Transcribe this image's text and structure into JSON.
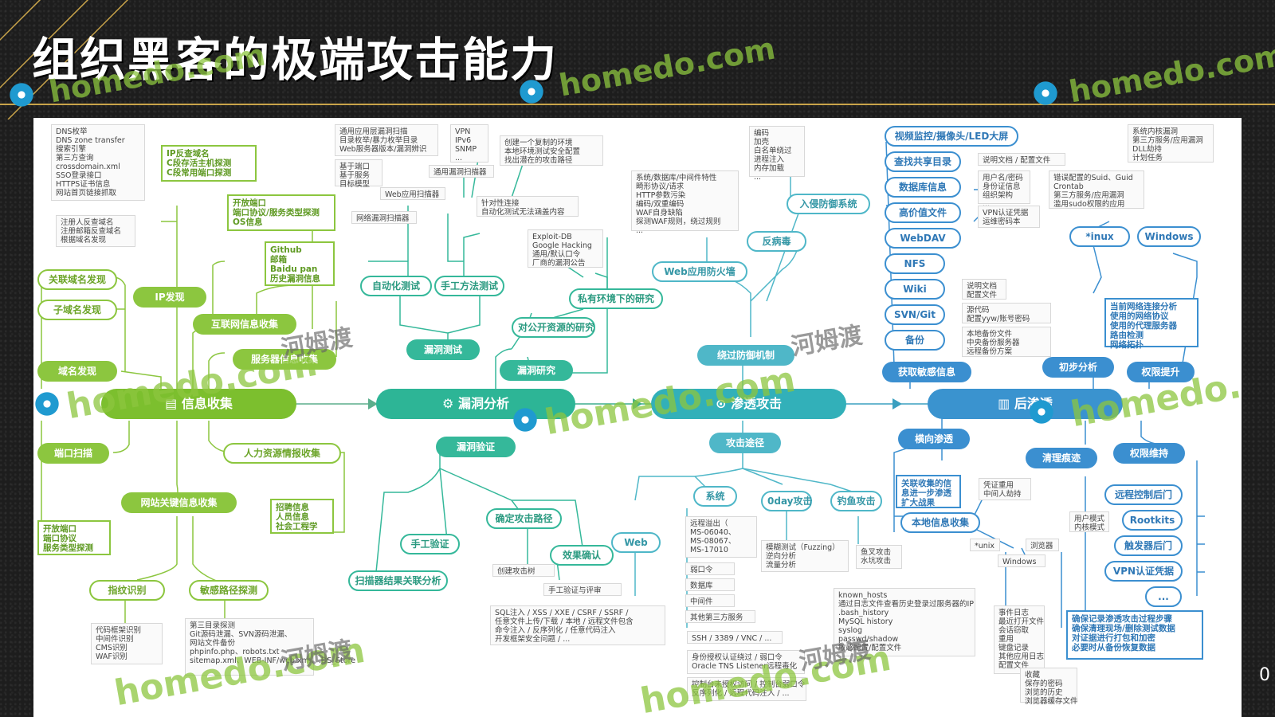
{
  "title": "组织黑客的极端攻击能力",
  "watermark": {
    "en": "homedo.com",
    "cn": "河姆渡"
  },
  "page_number": "0",
  "colors": {
    "green": "#8cc63f",
    "teal": "#35b89a",
    "cyan": "#4fb7c8",
    "blue": "#3b8fd0",
    "gold": "#c9a44a"
  },
  "main_nodes": {
    "info": "信息收集",
    "vuln": "漏洞分析",
    "attack": "渗透攻击",
    "post": "后渗透"
  },
  "info": {
    "ip_discovery": "IP发现",
    "internet_info": "互联网信息收集",
    "server_info": "服务器信息收集",
    "domain_discovery": "域名发现",
    "related_domain": "关联域名发现",
    "subdomain": "子域名发现",
    "port_scan": "端口扫描",
    "website_key": "网站关键信息收集",
    "hr_intel": "人力资源情报收集",
    "fingerprint": "指纹识别",
    "sensitive_path": "敏感路径探测",
    "note_dns": "DNS枚举\nDNS zone transfer\n搜索引擎\n第三方查询\ncrossdomain.xml\nSSO登录接口\nHTTPS证书信息\n网站首页链接抓取",
    "note_reg": "注册人反查域名\n注册邮箱反查域名\n根据域名发现",
    "note_ip": "IP反查域名\nC段存活主机探测\nC段常用端口探测",
    "note_open_port": "开放端口\n端口协议/服务类型探测\nOS信息",
    "note_github": "Github\n邮箱\nBaidu pan\n历史漏洞信息",
    "note_port_left": "开放端口\n端口协议\n服务类型探测",
    "note_recruit": "招聘信息\n人员信息\n社会工程学",
    "note_fp": "代码框架识别\n中间件识别\nCMS识别\nWAF识别",
    "note_path": "第三目录探测\nGit源码泄漏、SVN源码泄漏、\n网站文件备份\nphpinfo.php、robots.txt\nsitemap.xml、WEB-INF/web.xml、.DS_Store"
  },
  "vuln": {
    "auto_test": "自动化测试",
    "manual_test": "手工方法测试",
    "vuln_test": "漏洞测试",
    "vuln_research": "漏洞研究",
    "public_research": "对公开资源的研究",
    "private_research": "私有环境下的研究",
    "vuln_verify": "漏洞验证",
    "manual_verify": "手工验证",
    "confirm_path": "确定攻击路径",
    "effect_confirm": "效果确认",
    "scanner_analysis": "扫描器结果关联分析",
    "note_scan": "通用应用层漏洞扫描\n目录枚举/暴力枚举目录\nWeb服务器版本/漏洞辨识",
    "note_vpn": "VPN\nIPv6\nSNMP\n...",
    "note_based": "基于端口\n基于服务\n目标模型",
    "general_scanner": "通用漏洞扫描器",
    "web_scanner": "Web应用扫描器",
    "net_scanner": "网络漏洞扫描器",
    "note_env": "创建一个复制的环境\n本地环境测试安全配置\n找出潜在的攻击路径",
    "note_targeted": "针对性连接\n自动化测试无法涵盖内容",
    "note_exploit": "Exploit-DB\nGoogle Hacking\n通用/默认口令\n厂商的漏洞公告",
    "attack_tree": "创建攻击树",
    "manual_review": "手工验证与评审",
    "note_web_vuln": "SQL注入 / XSS / XXE / CSRF / SSRF /\n任意文件上传/下载 / 本地 / 远程文件包含\n命令注入 / 反序列化 / 任意代码注入\n开发框架安全问题 / ..."
  },
  "attack": {
    "waf": "Web应用防火墙",
    "antivirus": "反病毒",
    "ids": "入侵防御系统",
    "bypass": "绕过防御机制",
    "attack_path": "攻击途径",
    "system": "系统",
    "oday": "0day攻击",
    "phishing": "钓鱼攻击",
    "web": "Web",
    "note_encode": "编码\n加壳\n白名单绕过\n进程注入\n内存加载\n...",
    "note_waf": "系统/数据库/中间件特性\n畸形协议/请求\nHTTP参数污染\n编码/双重编码\nWAF自身缺陷\n探测WAF规则，绕过规则\n...",
    "note_ms": "远程溢出（\nMS-06040、\nMS-08067、\nMS-17010",
    "weak_pwd": "弱口令",
    "database": "数据库",
    "middleware": "中间件",
    "third_party": "其他第三方服务",
    "note_fuzz": "模糊测试（Fuzzing）\n逆向分析\n流量分析",
    "note_fish": "鱼叉攻击\n水坑攻击",
    "note_ssh": "SSH / 3389 / VNC / ...",
    "note_oracle": "身份授权认证绕过 / 弱口令\nOracle TNS Listener远程毒化",
    "note_console": "控制台未授权访问 / 控制台弱口令\n反序列化 / 远程代码注入 / ..."
  },
  "post": {
    "video": "视频监控/摄像头/LED大屏",
    "share": "查找共享目录",
    "db_info": "数据库信息",
    "high_value": "高价值文件",
    "webdav": "WebDAV",
    "nfs": "NFS",
    "wiki": "Wiki",
    "svn": "SVN/Git",
    "backup": "备份",
    "get_sensitive": "获取敏感信息",
    "initial": "初步分析",
    "privesc": "权限提升",
    "linux": "*inux",
    "windows": "Windows",
    "lateral": "横向渗透",
    "cleanup": "清理痕迹",
    "persist": "权限维持",
    "local_info": "本地信息收集",
    "remote_backdoor": "远程控制后门",
    "rootkits": "Rootkits",
    "trigger_backdoor": "触发器后门",
    "vpn_cred": "VPN认证凭据",
    "more": "...",
    "note_share": "说明文档 / 配置文件",
    "note_user": "用户名/密码\n身份证信息\n组织架构\n...",
    "note_vpn": "VPN认证凭据\n运维密码本",
    "note_wiki": "说明文档\n配置文件",
    "note_src": "源代码\n配置yyw/账号密码",
    "note_backup": "本地备份文件\n中央备份服务器\n远程备份方案",
    "note_vuln_sys": "系统内核漏洞\n第三方服务/应用漏洞\nDLL劫持\n计划任务",
    "note_suid": "错误配置的Suid、Guid\nCrontab\n第三方服务/应用漏洞\n滥用sudo权限的应用",
    "note_net": "当前网络连接分析\n使用的网络协议\n使用的代理服务器\n路由检测\n网络拓扑",
    "note_related": "关联收集的信\n息进一步渗透\n扩大战果",
    "note_cred": "凭证重用\n中间人劫持",
    "note_usermode": "用户模式\n内核模式",
    "unix": "*unix",
    "browser": "浏览器",
    "win": "Windows",
    "note_hist": "known_hosts\n通过日志文件查看历史登录过服务器的IP\n.bash_history\nMySQL history\nsyslog\npasswd/shadow\n敏感配置/配置文件",
    "note_evt": "事件日志\n最近打开文件\n会话窃取\n重用\n键盘记录\n其他应用日志\n配置文件",
    "note_save": "收藏\n保存的密码\n浏览的历史\n浏览器缓存文件",
    "note_clean": "确保记录渗透攻击过程步骤\n确保清理现场/删除测试数据\n对证据进行打包和加密\n必要时从备份恢复数据"
  }
}
